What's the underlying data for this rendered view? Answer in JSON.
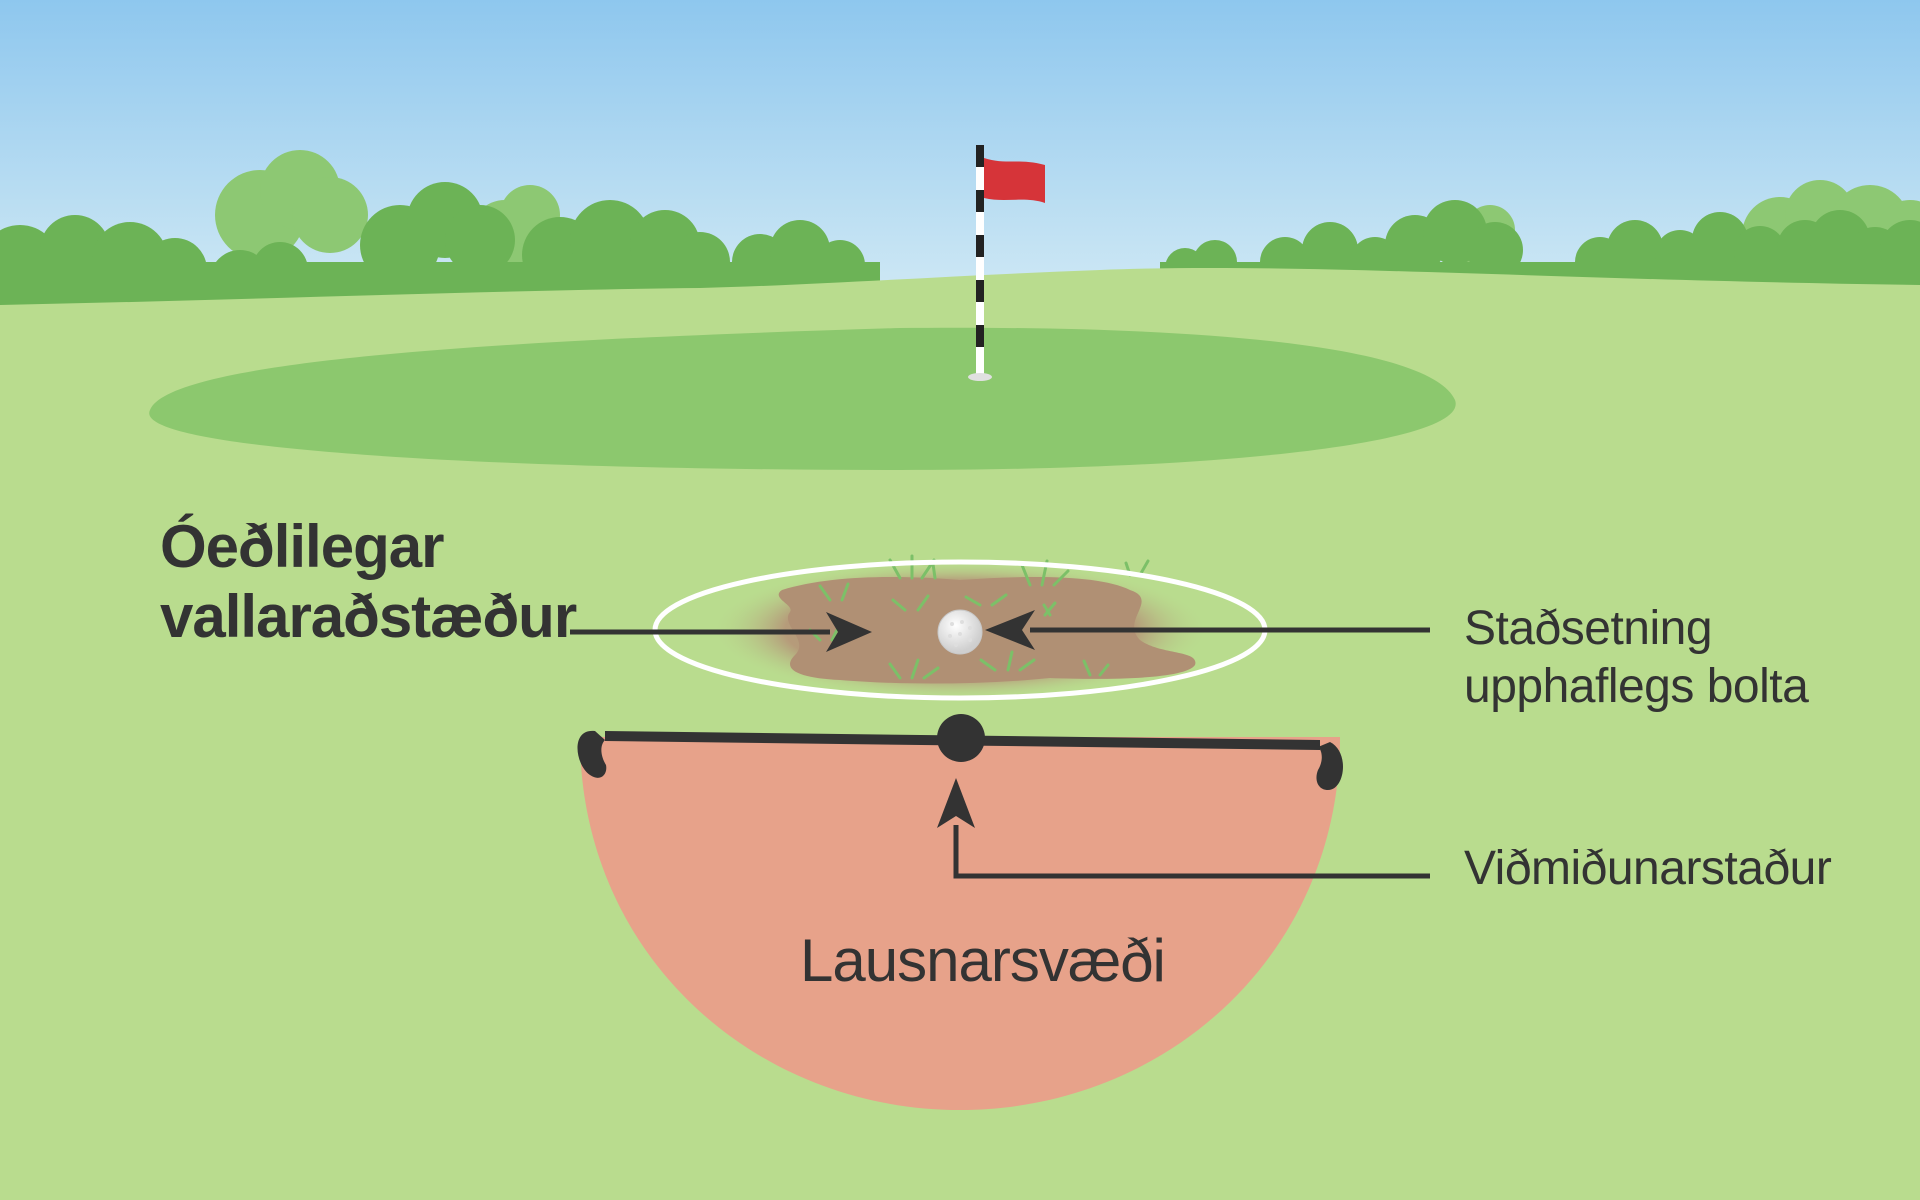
{
  "labels": {
    "abnormal_line1": "Óeðlilegar",
    "abnormal_line2": "vallaraðstæður",
    "original_line1": "Staðsetning",
    "original_line2": "upphaflegs bolta",
    "reference_point": "Viðmiðunarstaður",
    "relief_area": "Lausnarsvæði"
  },
  "colors": {
    "sky_top": "#8ec7ee",
    "sky_bottom": "#d6ecf5",
    "fairway": "#b9dc8e",
    "green": "#8cc86e",
    "trees_dark": "#6cb356",
    "trees_light": "#8dc873",
    "flag": "#d63439",
    "relief_area": "#e7a28a",
    "mud": "#b09074",
    "line": "#333333"
  }
}
